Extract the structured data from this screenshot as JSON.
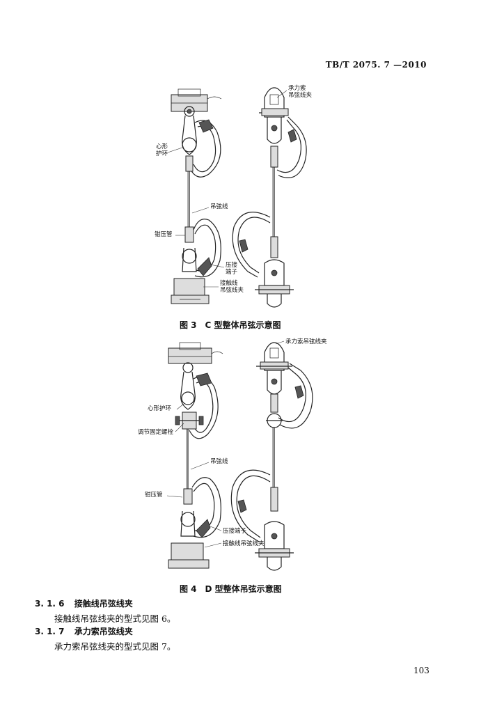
{
  "header": {
    "standard_code": "TB/T 2075. 7 —2010"
  },
  "figure3": {
    "caption": "图 3　C 型整体吊弦示意图",
    "labels": {
      "heart_ring_1": "心形",
      "heart_ring_2": "护环",
      "dropper_wire": "吊弦线",
      "crimp_sleeve": "钳压管",
      "crimp_terminal_1": "压接",
      "crimp_terminal_2": "端子",
      "contact_clamp_1": "接触线",
      "contact_clamp_2": "吊弦线夹",
      "messenger_1": "承力索",
      "messenger_2": "吊弦线夹"
    }
  },
  "figure4": {
    "caption": "图 4　D 型整体吊弦示意图",
    "labels": {
      "messenger_clamp": "承力索吊弦线夹",
      "heart_ring": "心形护环",
      "adjust_bolt": "调节固定螺栓",
      "dropper_wire": "吊弦线",
      "crimp_sleeve": "钳压管",
      "crimp_terminal": "压接端子",
      "contact_clamp": "接触线吊弦线夹"
    }
  },
  "sections": [
    {
      "number": "3. 1. 6",
      "title": "接触线吊弦线夹",
      "text": "接触线吊弦线夹的型式见图 6。"
    },
    {
      "number": "3. 1. 7",
      "title": "承力索吊弦线夹",
      "text": "承力索吊弦线夹的型式见图 7。"
    }
  ],
  "page_number": "103"
}
